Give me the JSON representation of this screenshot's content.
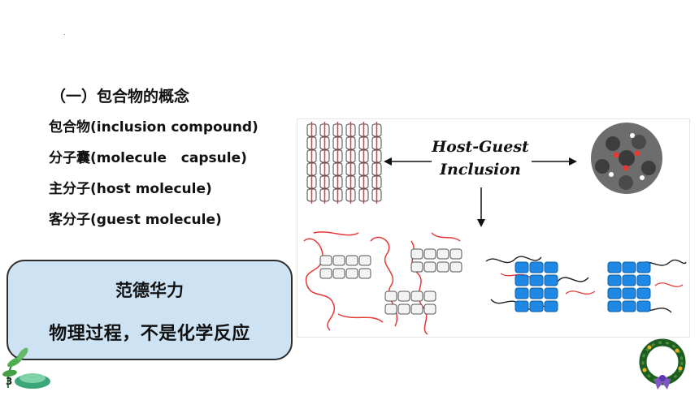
{
  "slide": {
    "dot": ".",
    "heading": "（一）包合物的概念",
    "terms": [
      "包合物(inclusion compound)",
      "分子囊(molecule   capsule)",
      "主分子(host molecule)",
      "客分子(guest molecule)"
    ],
    "figure": {
      "label_line1": "Host-Guest",
      "label_line2": "Inclusion"
    },
    "callout": {
      "line1": "范德华力",
      "line2": "物理过程，不是化学反应"
    },
    "page_number": "3"
  },
  "colors": {
    "callout_bg": "#cde3f4",
    "polymer_red": "#e53935",
    "capsule_blue": "#1e88e5",
    "sphere_gray": "#555555"
  }
}
